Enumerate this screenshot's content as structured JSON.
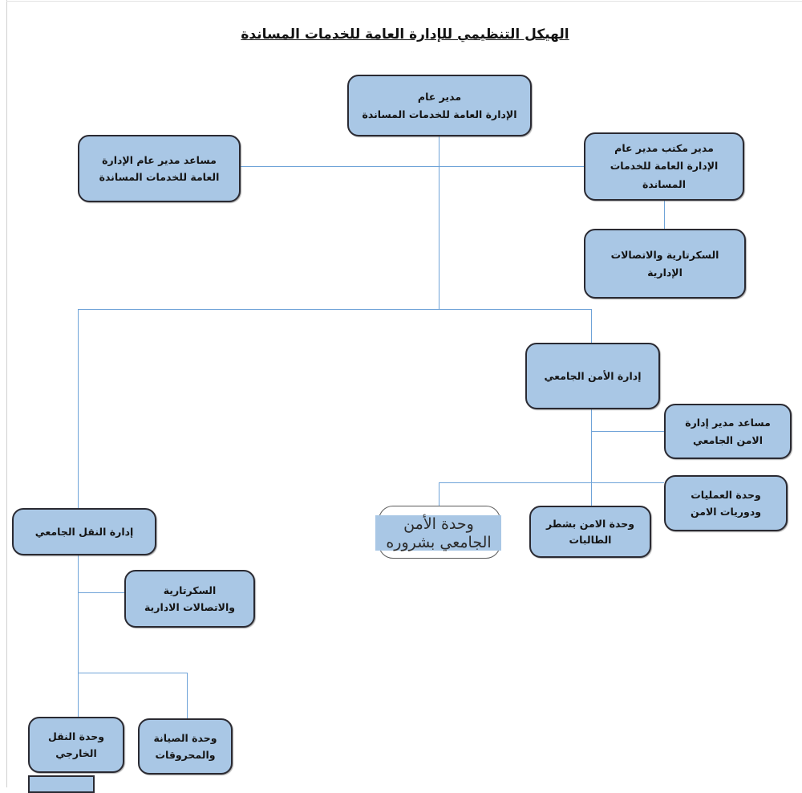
{
  "title": "الهيكل التنظيمي للإدارة العامة للخدمات المساندة",
  "colors": {
    "box_fill": "#a9c7e5",
    "box_border": "#2a2a32",
    "connector_line": "#6fa3d8",
    "title_color": "#121212"
  },
  "nodes": {
    "general_manager": {
      "label": "مدير عام\nالإدارة العامة للخدمات المساندة"
    },
    "assistant_general_manager": {
      "label": "مساعد مدير عام الإدارة\nالعامة للخدمات المساندة"
    },
    "office_manager": {
      "label": "مدير مكتب مدير عام\nالإدارة العامة للخدمات\nالمساندة"
    },
    "secretariat_admin_comms": {
      "label": "السكرتارية والاتصالات\nالإدارية"
    },
    "university_security_dept": {
      "label": "إدارة الأمن الجامعي"
    },
    "assistant_security_manager": {
      "label": "مساعد مدير إدارة\nالامن الجامعي"
    },
    "operations_patrols_unit": {
      "label": "وحدة العمليات\nودوريات الامن"
    },
    "female_section_security_unit": {
      "label": "وحدة الامن بشطر\nالطالبات"
    },
    "sharurah_security_unit": {
      "label": "وحدة الأمن\nالجامعي بشروره"
    },
    "university_transport_dept": {
      "label": "إدارة النقل الجامعي"
    },
    "transport_secretariat": {
      "label": "السكرتارية\nوالاتصالات الادارية"
    },
    "external_transport_unit": {
      "label": "وحدة النقل\nالخارجي"
    },
    "maintenance_fuel_unit": {
      "label": "وحدة الصيانة\nوالمحروقات"
    }
  }
}
